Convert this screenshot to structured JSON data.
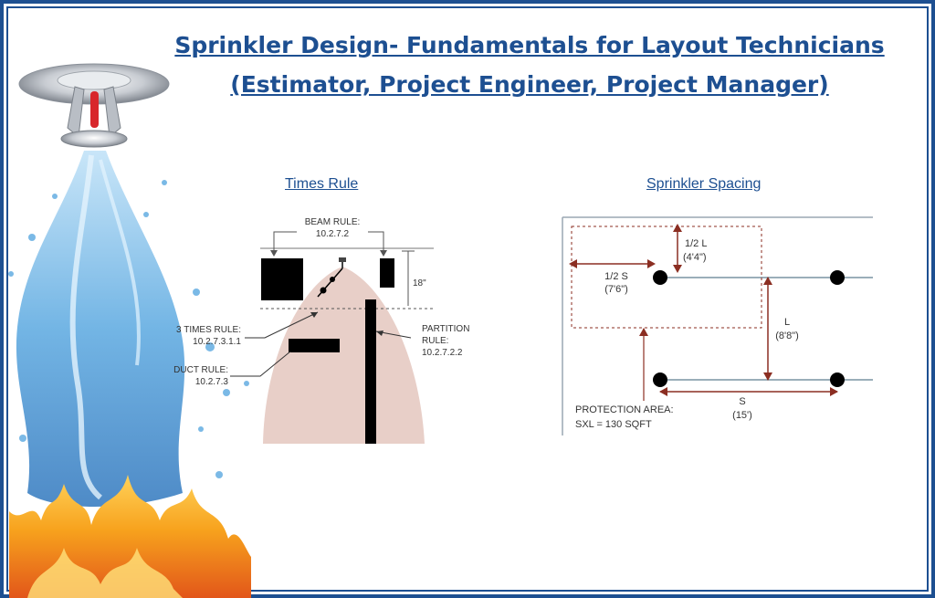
{
  "header": {
    "title_line1": "Sprinkler Design- Fundamentals for Layout Technicians",
    "title_line2": "(Estimator, Project Engineer, Project Manager)"
  },
  "times_rule": {
    "caption": "Times Rule",
    "beam_rule_label": "BEAM RULE:",
    "beam_rule_ref": "10.2.7.2",
    "dimension": "18\"",
    "three_times_label": "3 TIMES RULE:",
    "three_times_ref": "10.2.7.3.1.1",
    "partition_label": "PARTITION",
    "partition_rule": "RULE:",
    "partition_ref": "10.2.7.2.2",
    "duct_label": "DUCT RULE:",
    "duct_ref": "10.2.7.3"
  },
  "sprinkler_spacing": {
    "caption": "Sprinkler Spacing",
    "half_l": "1/2 L",
    "half_l_value": "(4'4\")",
    "half_s": "1/2 S",
    "half_s_value": "(7'6\")",
    "l": "L",
    "l_value": "(8'8\")",
    "s": "S",
    "s_value": "(15')",
    "protection_area": "PROTECTION AREA:",
    "protection_formula": "SXL = 130 SQFT"
  },
  "colors": {
    "brand_blue": "#1d4f91",
    "arrow_red": "#8b2e22",
    "spray_fill": "#e8cfc8",
    "water": "#4a9ad8",
    "fire": "#f59a1b"
  }
}
